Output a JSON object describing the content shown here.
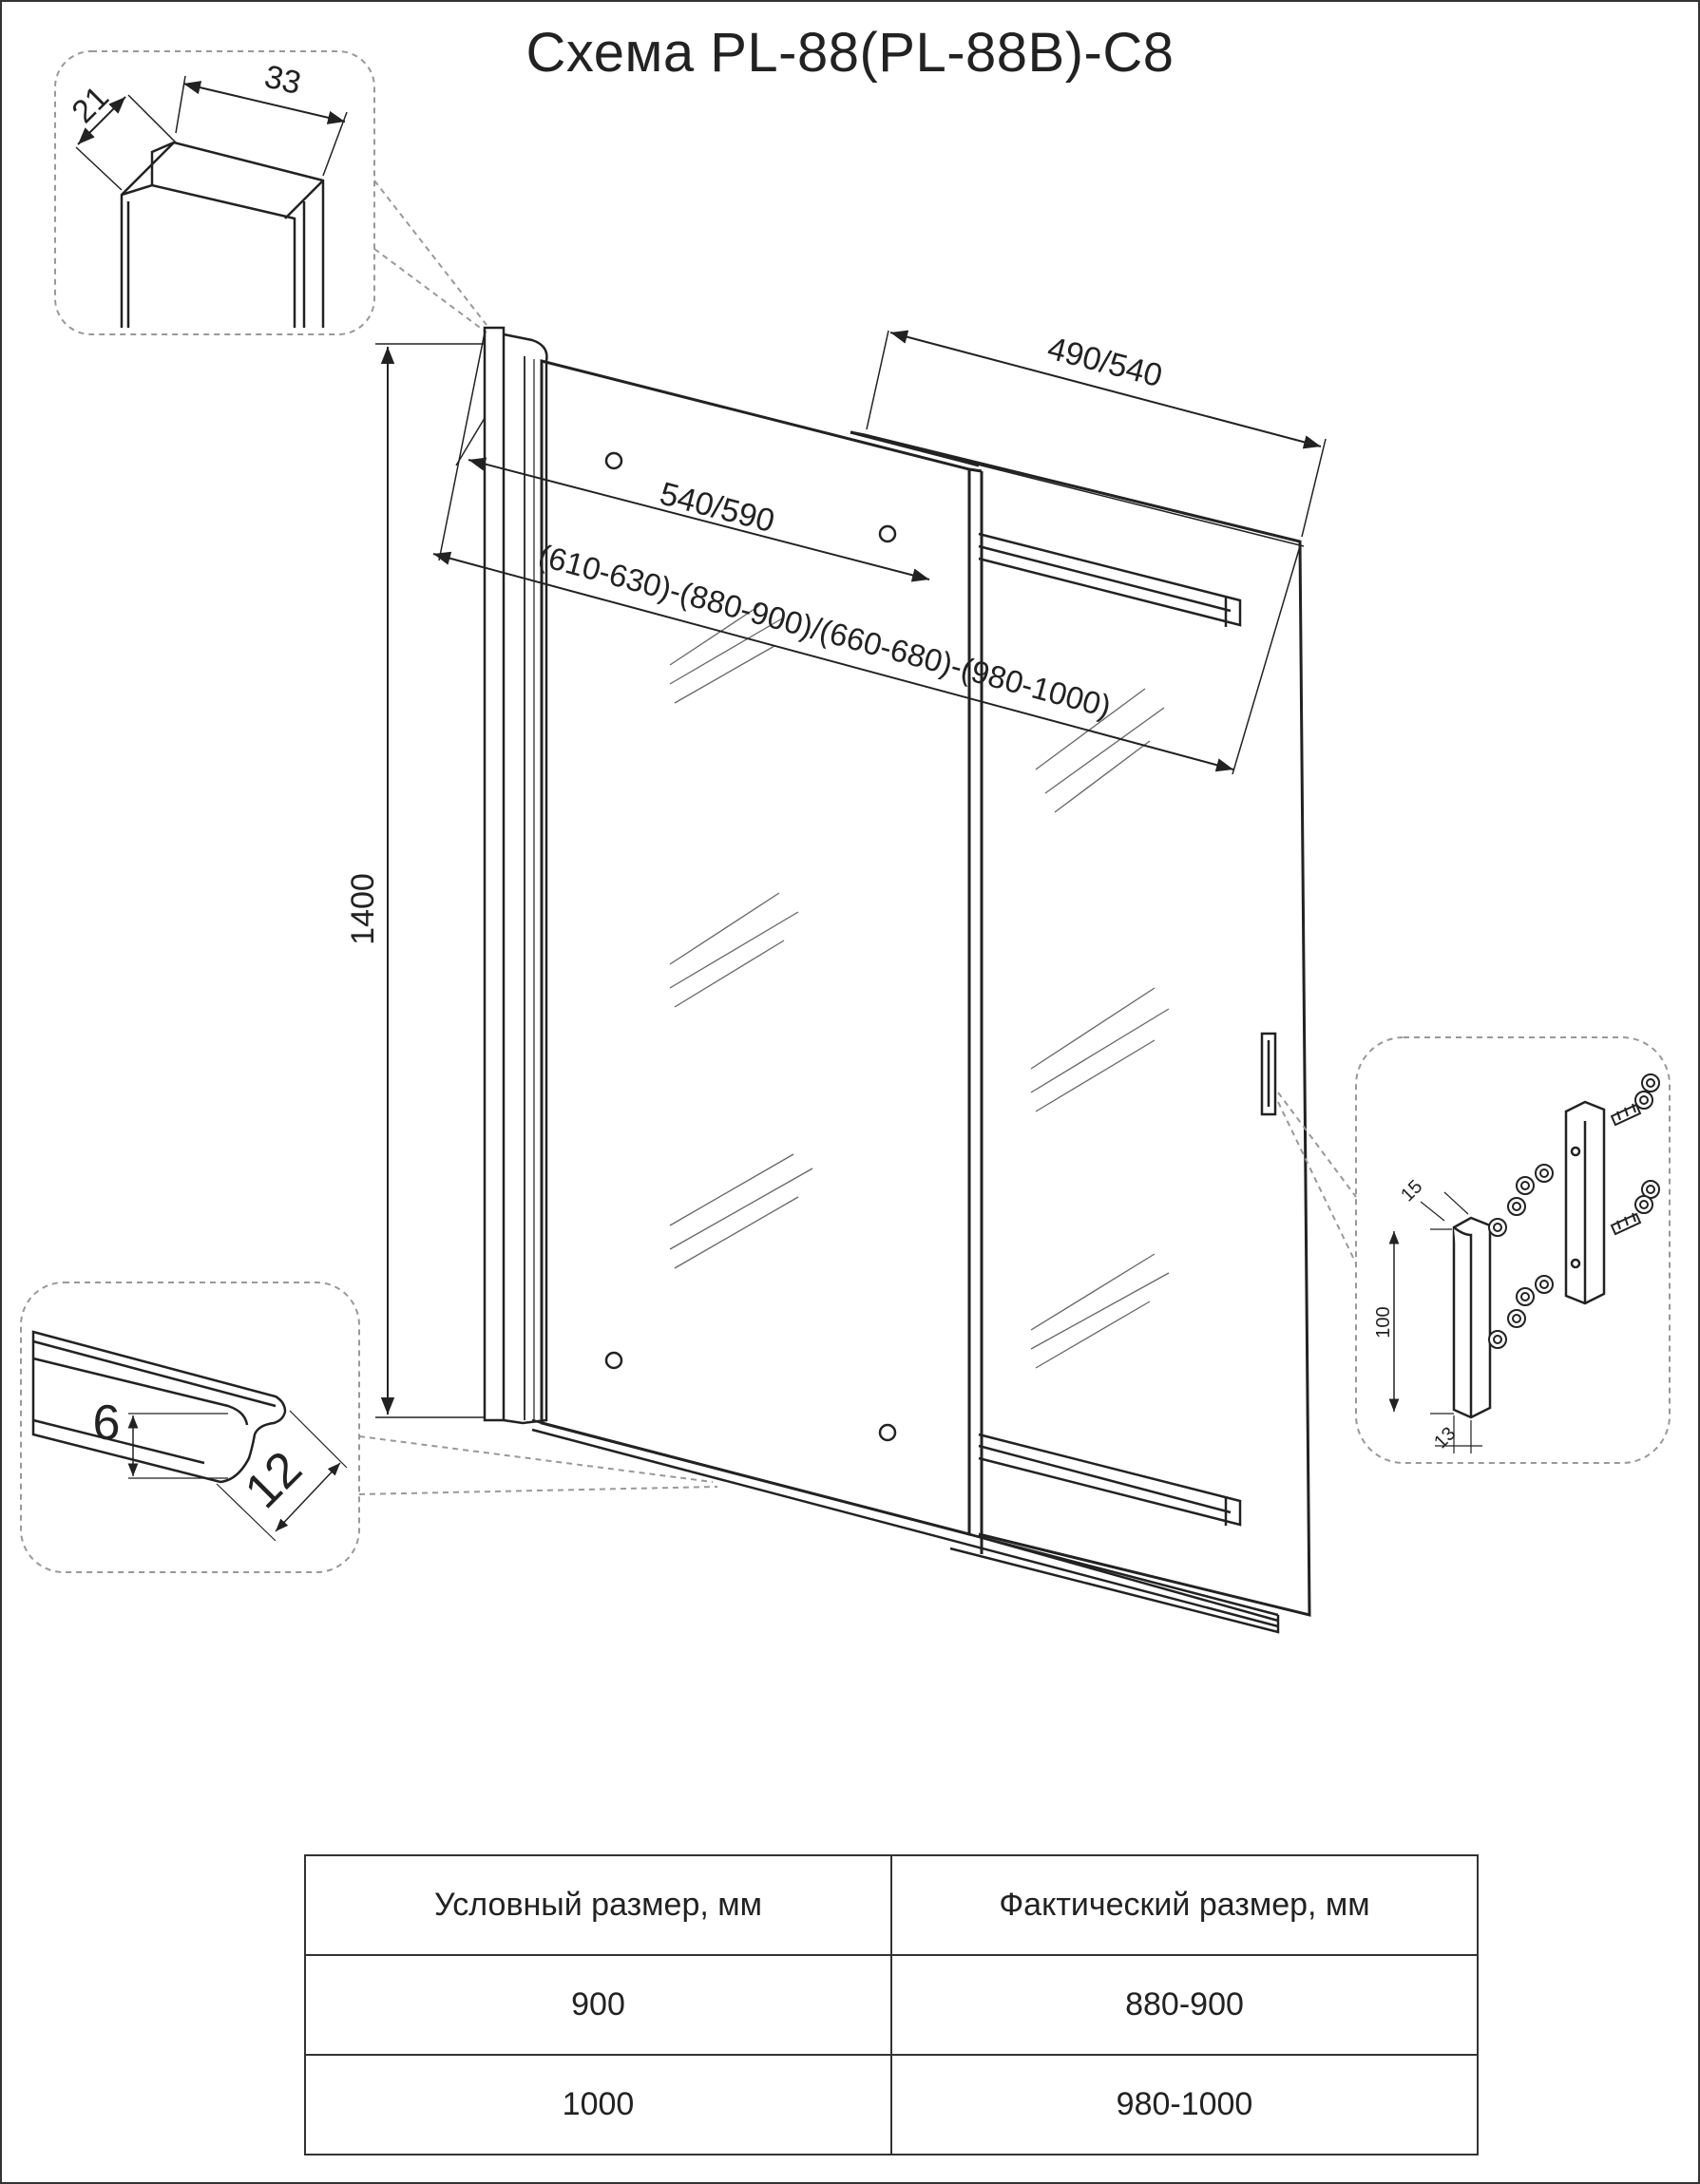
{
  "title": "Схема PL-88(PL-88B)-C8",
  "dimensions": {
    "profile_width": "33",
    "profile_depth": "21",
    "fixed_panel": "490/540",
    "door_panel": "540/590",
    "total_width": "(610-630)-(880-900)/(660-680)-(980-1000)",
    "height": "1400",
    "seal_height": "6",
    "seal_width": "12",
    "handle_depth": "15",
    "handle_height": "100",
    "handle_width": "13"
  },
  "table": {
    "headers": [
      "Условный размер, мм",
      "Фактический размер, мм"
    ],
    "rows": [
      [
        "900",
        "880-900"
      ],
      [
        "1000",
        "980-1000"
      ]
    ]
  }
}
